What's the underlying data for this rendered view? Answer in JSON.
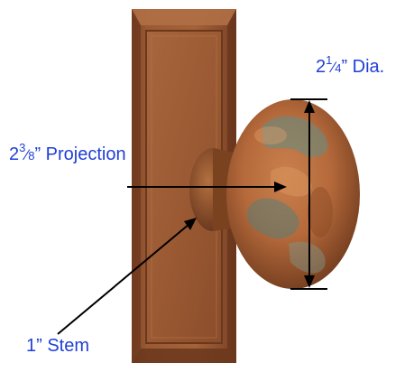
{
  "labels": {
    "diameter": {
      "whole": "2",
      "numerator": "1",
      "slash": "⁄",
      "denominator": "4",
      "rest": "” Dia."
    },
    "projection": {
      "whole": "2",
      "numerator": "3",
      "slash": "⁄",
      "denominator": "8",
      "rest": "” Projection"
    },
    "stem": {
      "text": "1” Stem"
    }
  },
  "colors": {
    "label_text": "#1f3fd6",
    "dimension_lines": "#000000",
    "rosette_wood": "#9a5a34",
    "knob_copper": "#b8693a"
  }
}
